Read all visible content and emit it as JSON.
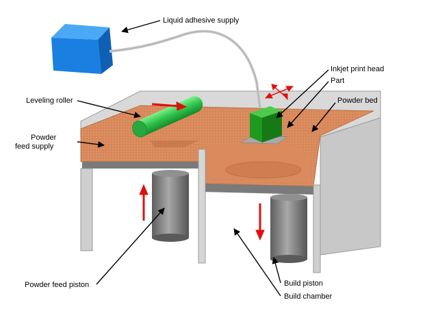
{
  "labels": {
    "liquid_adhesive_supply": "Liquid adhesive supply",
    "inkjet_print_head": "Inkjet print head",
    "part": "Part",
    "powder_bed": "Powder bed",
    "leveling_roller": "Leveling roller",
    "powder_feed_supply_line1": "Powder",
    "powder_feed_supply_line2": "feed supply",
    "powder_feed_piston": "Powder feed piston",
    "build_piston": "Build piston",
    "build_chamber": "Build chamber"
  },
  "colors": {
    "adhesive_tank": "#1a7fe0",
    "powder": "#d98a5c",
    "roller": "#2fc24a",
    "print_head": "#1e9a1e",
    "wall": "#cfcfcf",
    "piston": "#8c8c8c",
    "arrow": "#e01010"
  }
}
